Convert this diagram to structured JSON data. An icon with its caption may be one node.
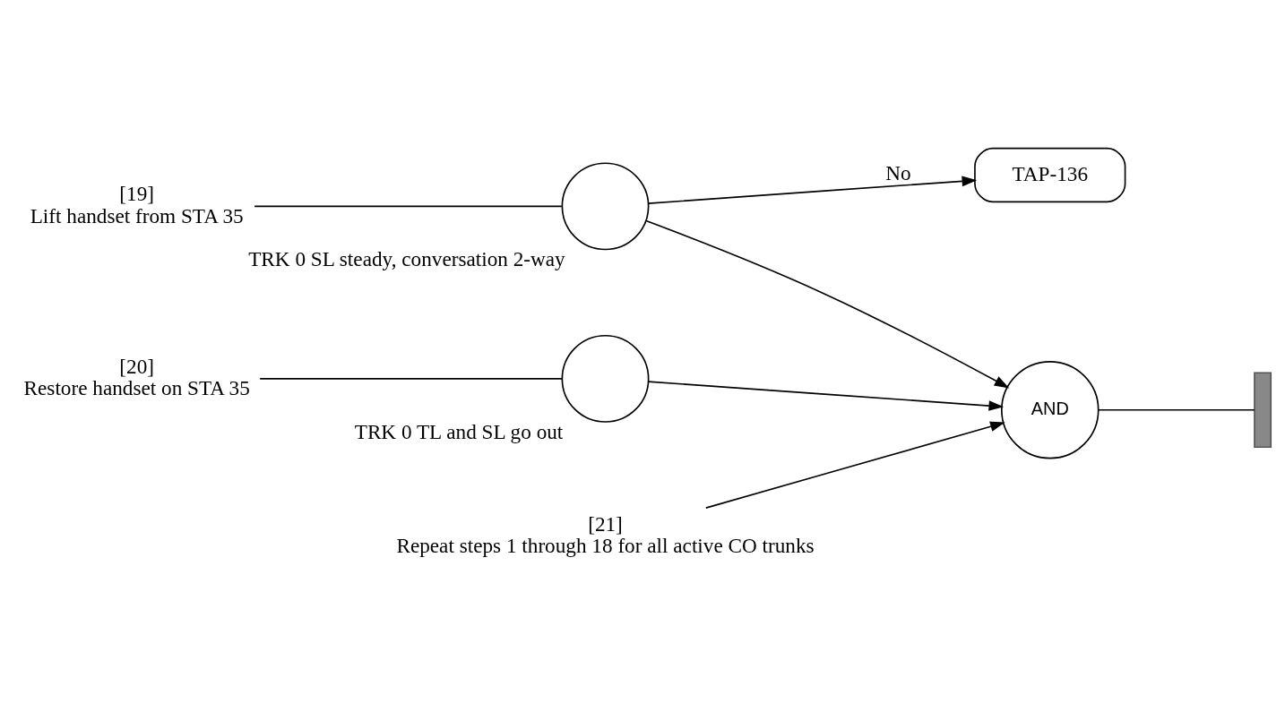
{
  "diagram": {
    "nodes": [
      {
        "text": [
          "[19]",
          "Lift handset from STA 35"
        ]
      },
      {
        "text": [],
        "shape": "circle",
        "beside": [
          "TRK 0 SL steady, conversation 2-way"
        ]
      },
      {
        "text": [
          "TAP-136"
        ]
      },
      {
        "text": [
          "[20]",
          "Restore handset on STA 35"
        ]
      },
      {
        "text": [],
        "shape": "circle",
        "beside": [
          "TRK 0 TL and SL go out"
        ]
      },
      {
        "text": [
          "[21]",
          "Repeat steps 1 through 18 for all active CO trunks"
        ]
      },
      {
        "text": [
          "AND"
        ]
      },
      {
        "text": [],
        "shape": "bar"
      }
    ],
    "edges": [
      {
        "from": 0,
        "to": 1,
        "arrow": "none"
      },
      {
        "from": 1,
        "to": 2,
        "arrow": "to",
        "label": "No"
      },
      {
        "from": 1,
        "to": 6,
        "arrow": "to"
      },
      {
        "from": 3,
        "to": 4,
        "arrow": "none"
      },
      {
        "from": 4,
        "to": 6,
        "arrow": "to"
      },
      {
        "from": 5,
        "to": 6,
        "arrow": "to"
      },
      {
        "from": 6,
        "to": 7,
        "arrow": "none"
      }
    ]
  }
}
